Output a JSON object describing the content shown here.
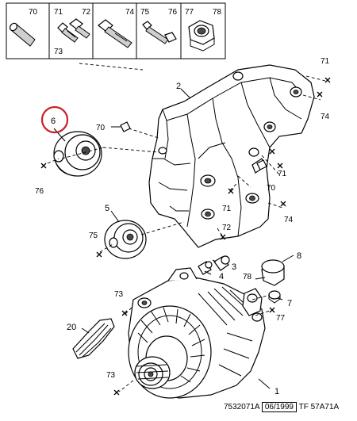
{
  "header_parts": [
    "70",
    "71",
    "72",
    "73",
    "74",
    "75",
    "76",
    "77",
    "78"
  ],
  "labels": {
    "l1": "1",
    "l2": "2",
    "l3": "3",
    "l4": "4",
    "l5": "5",
    "l6": "6",
    "l7": "7",
    "l8": "8",
    "l20": "20",
    "l70a": "70",
    "l70b": "70",
    "l71a": "71",
    "l71b": "71",
    "l71c": "71",
    "l72": "72",
    "l73a": "73",
    "l73b": "73",
    "l74a": "74",
    "l74b": "74",
    "l75": "75",
    "l76": "76",
    "l77": "77",
    "l78": "78"
  },
  "footer": {
    "ref": "7532071A",
    "date": "06/1999",
    "code": "TF 57A71A"
  },
  "colors": {
    "highlight_circle": "#c8202a"
  }
}
